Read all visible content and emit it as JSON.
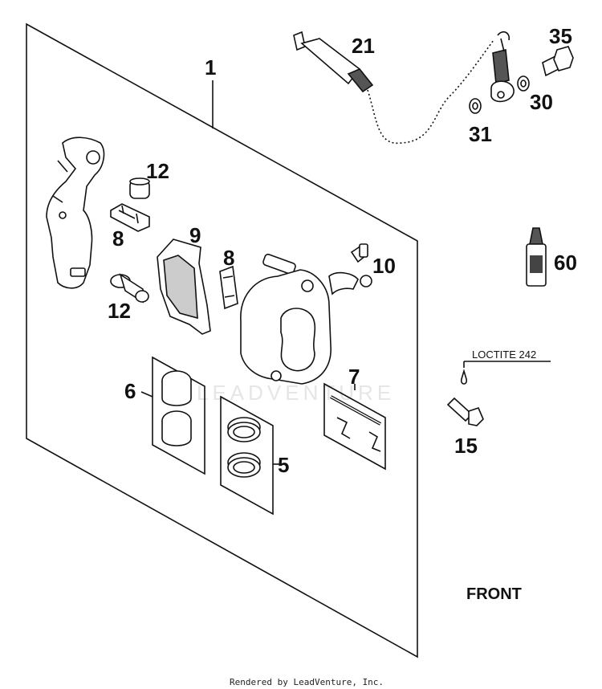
{
  "callouts": {
    "p1": "1",
    "p21": "21",
    "p35": "35",
    "p30": "30",
    "p31": "31",
    "p12a": "12",
    "p8a": "8",
    "p9": "9",
    "p8b": "8",
    "p10": "10",
    "p12b": "12",
    "p60": "60",
    "p6": "6",
    "p7": "7",
    "p5": "5",
    "p15": "15"
  },
  "loctite_label": "LOCTITE 242",
  "front_label": "FRONT",
  "watermark": "LEADVENTURE",
  "footer": "Rendered by LeadVenture, Inc.",
  "colors": {
    "line": "#111111",
    "background": "#ffffff",
    "watermark": "#e6e6e6"
  }
}
